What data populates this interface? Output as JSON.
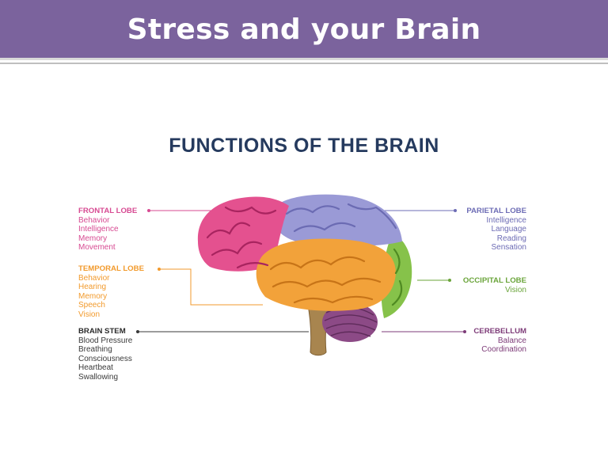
{
  "title": "Stress and your Brain",
  "diagram_title": "FUNCTIONS OF THE BRAIN",
  "colors": {
    "title_bar": "#7b639d",
    "frontal": "#e4518f",
    "parietal": "#8f92d0",
    "temporal": "#f2a23a",
    "occipital": "#86c24a",
    "cerebellum": "#8c4a86",
    "brain_stem": "#9c7a4c"
  },
  "regions": {
    "frontal": {
      "name": "FRONTAL LOBE",
      "functions": [
        "Behavior",
        "Intelligence",
        "Memory",
        "Movement"
      ]
    },
    "temporal": {
      "name": "TEMPORAL LOBE",
      "functions": [
        "Behavior",
        "Hearing",
        "Memory",
        "Speech",
        "Vision"
      ]
    },
    "brain_stem": {
      "name": "BRAIN STEM",
      "functions": [
        "Blood Pressure",
        "Breathing",
        "Consciousness",
        "Heartbeat",
        "Swallowing"
      ]
    },
    "parietal": {
      "name": "PARIETAL LOBE",
      "functions": [
        "Intelligence",
        "Language",
        "Reading",
        "Sensation"
      ]
    },
    "occipital": {
      "name": "OCCIPITAL LOBE",
      "functions": [
        "Vision"
      ]
    },
    "cerebellum": {
      "name": "CEREBELLUM",
      "functions": [
        "Balance",
        "Coordination"
      ]
    }
  }
}
